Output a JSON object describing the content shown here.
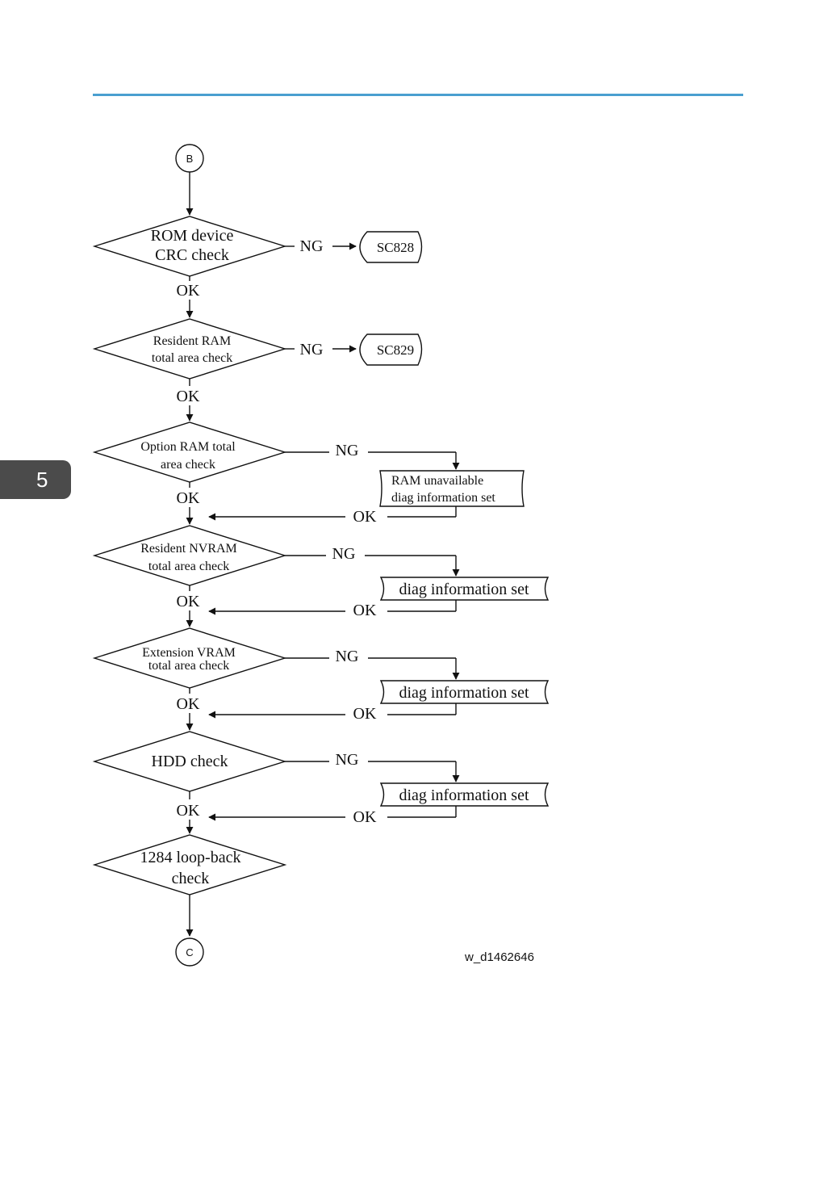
{
  "page": {
    "chapter_tab": "5",
    "figure_id": "w_d1462646"
  },
  "connectors": {
    "start": "B",
    "end": "C"
  },
  "decisions": [
    {
      "lines": [
        "ROM device",
        "CRC check"
      ]
    },
    {
      "lines": [
        "Resident RAM",
        "total area check"
      ]
    },
    {
      "lines": [
        "Option RAM total",
        "area check"
      ]
    },
    {
      "lines": [
        "Resident NVRAM",
        "total area check"
      ]
    },
    {
      "lines": [
        "Extension VRAM",
        "total area check"
      ]
    },
    {
      "lines": [
        "HDD check"
      ]
    },
    {
      "lines": [
        "1284 loop-back",
        "check"
      ]
    }
  ],
  "terminals": [
    "SC828",
    "SC829"
  ],
  "processes": [
    {
      "lines": [
        "RAM unavailable",
        "diag information set"
      ]
    },
    {
      "lines": [
        "diag information set"
      ]
    },
    {
      "lines": [
        "diag information set"
      ]
    },
    {
      "lines": [
        "diag information set"
      ]
    }
  ],
  "labels": {
    "ok": "OK",
    "ng": "NG"
  }
}
